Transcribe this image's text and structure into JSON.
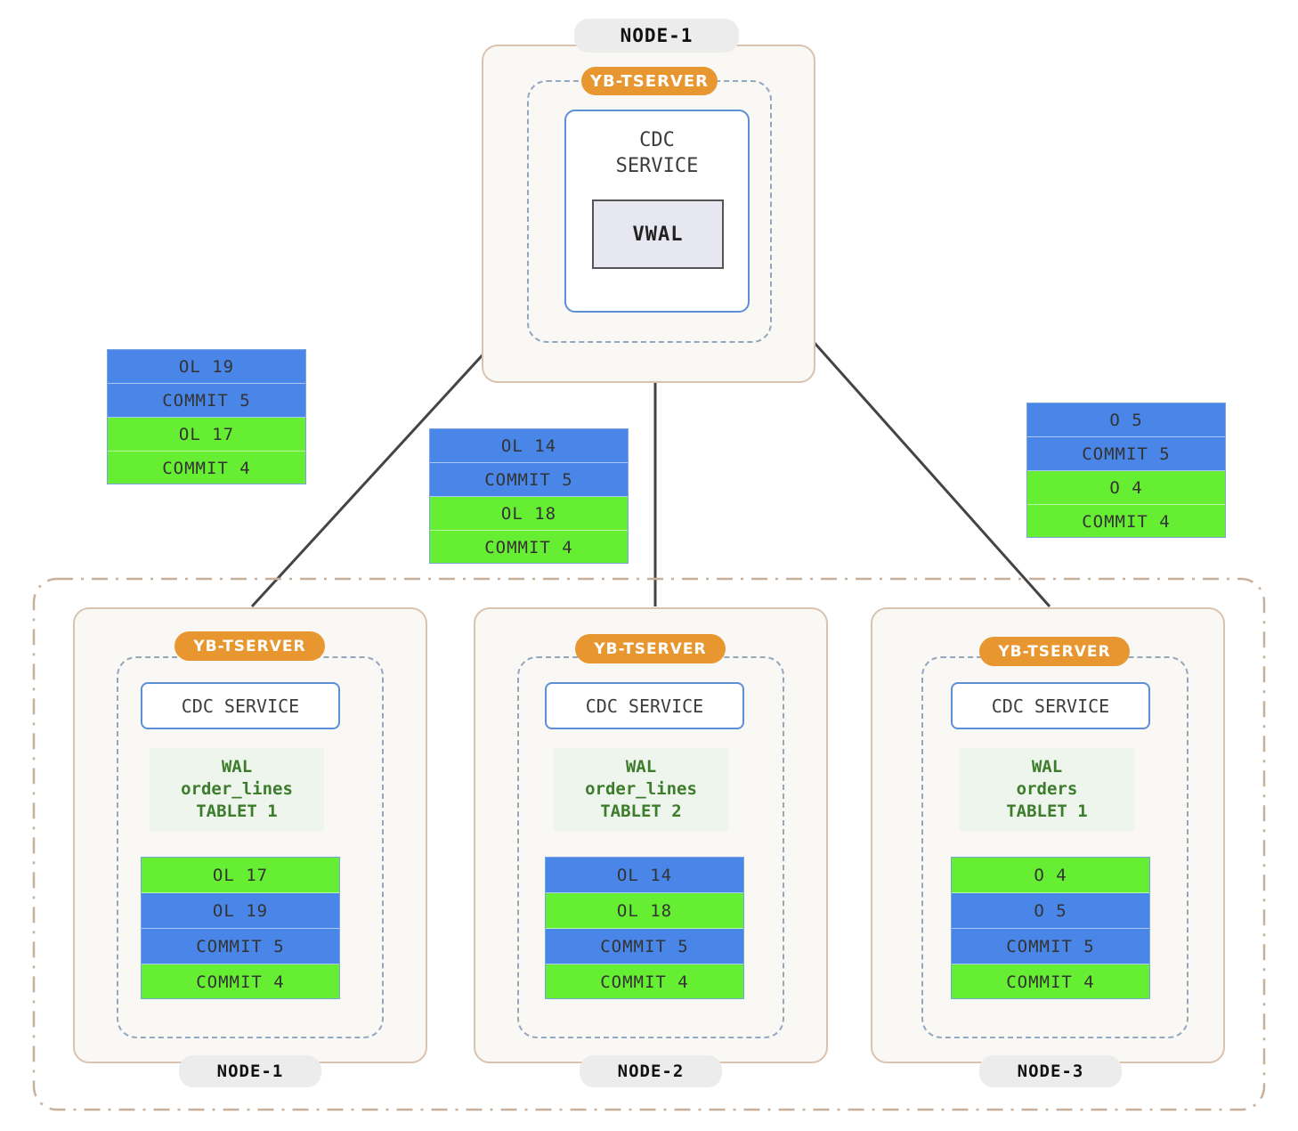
{
  "top_node": {
    "node_label": "NODE-1",
    "tserver_label": "YB-TSERVER",
    "cdc_service_label": "CDC\nSERVICE",
    "vwal_label": "VWAL"
  },
  "floating_stacks": [
    {
      "name": "left-stack",
      "rows": [
        {
          "label": "OL 19",
          "color": "blue"
        },
        {
          "label": "COMMIT 5",
          "color": "blue"
        },
        {
          "label": "OL 17",
          "color": "green"
        },
        {
          "label": "COMMIT 4",
          "color": "green"
        }
      ]
    },
    {
      "name": "middle-stack",
      "rows": [
        {
          "label": "OL 14",
          "color": "blue"
        },
        {
          "label": "COMMIT 5",
          "color": "blue"
        },
        {
          "label": "OL 18",
          "color": "green"
        },
        {
          "label": "COMMIT 4",
          "color": "green"
        }
      ]
    },
    {
      "name": "right-stack",
      "rows": [
        {
          "label": "O 5",
          "color": "blue"
        },
        {
          "label": "COMMIT 5",
          "color": "blue"
        },
        {
          "label": "O 4",
          "color": "green"
        },
        {
          "label": "COMMIT 4",
          "color": "green"
        }
      ]
    }
  ],
  "cluster_nodes": [
    {
      "node_label": "NODE-1",
      "tserver_label": "YB-TSERVER",
      "cdc_service_label": "CDC SERVICE",
      "wal_label": "WAL\norder_lines\nTABLET 1",
      "rows": [
        {
          "label": "OL 17",
          "color": "green"
        },
        {
          "label": "OL 19",
          "color": "blue"
        },
        {
          "label": "COMMIT 5",
          "color": "blue"
        },
        {
          "label": "COMMIT 4",
          "color": "green"
        }
      ]
    },
    {
      "node_label": "NODE-2",
      "tserver_label": "YB-TSERVER",
      "cdc_service_label": "CDC SERVICE",
      "wal_label": "WAL\norder_lines\nTABLET 2",
      "rows": [
        {
          "label": "OL 14",
          "color": "blue"
        },
        {
          "label": "OL 18",
          "color": "green"
        },
        {
          "label": "COMMIT 5",
          "color": "blue"
        },
        {
          "label": "COMMIT 4",
          "color": "green"
        }
      ]
    },
    {
      "node_label": "NODE-3",
      "tserver_label": "YB-TSERVER",
      "cdc_service_label": "CDC SERVICE",
      "wal_label": "WAL\norders\nTABLET 1",
      "rows": [
        {
          "label": "O 4",
          "color": "green"
        },
        {
          "label": "O 5",
          "color": "blue"
        },
        {
          "label": "COMMIT 5",
          "color": "blue"
        },
        {
          "label": "COMMIT 4",
          "color": "green"
        }
      ]
    }
  ],
  "colors": {
    "record_blue": "#4a86e8",
    "record_green": "#66ee33",
    "tserver_orange": "#e8962f",
    "node_card_border": "#d8c3b0",
    "node_card_fill": "#faf8f5",
    "dashed_region": "#94a8bd",
    "cdc_border": "#5b8fd6",
    "wal_fill": "#edf5ed",
    "wal_text": "#3c7c2b",
    "vwal_fill": "#e6e7f0",
    "arrow": "#444444"
  }
}
